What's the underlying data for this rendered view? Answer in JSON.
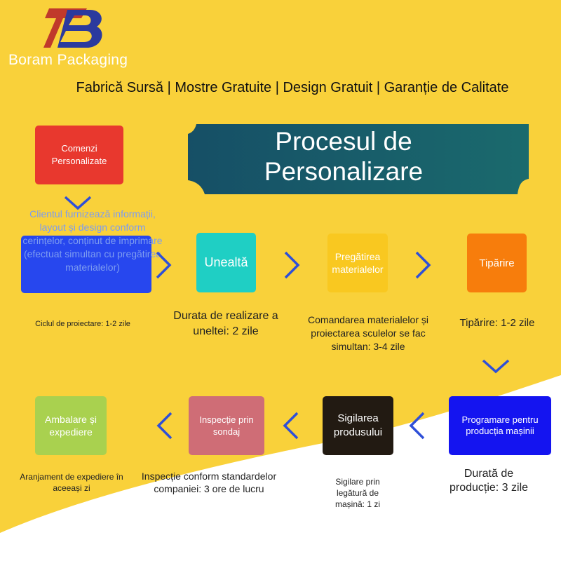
{
  "brand": {
    "name": "Boram Packaging",
    "logo_letter": "B"
  },
  "tagline": "Fabrică Sursă | Mostre Gratuite | Design Gratuit | Garanție de Calitate",
  "title_lines": [
    "Procesul de",
    "Personalizare"
  ],
  "colors": {
    "background": "#f9d13a",
    "curve": "#ffffff",
    "banner": "#17566a",
    "arrow": "#2e4fd8"
  },
  "steps": [
    {
      "label": "Comenzi Personalizate",
      "color": "#e8382e"
    },
    {
      "label": "Clientul furnizează informații, layout și design conform cerințelor, conținut de imprimare (efectuat simultan cu pregătirea materialelor)",
      "color": "#2747ee",
      "note": "Ciclul de proiectare: 1-2 zile"
    },
    {
      "label": "Unealtă",
      "color": "#1fcfc4",
      "note": "Durata de realizare a uneltei: 2 zile"
    },
    {
      "label": "Pregătirea materialelor",
      "color": "#f9c820",
      "note": "Comandarea materialelor și proiectarea sculelor se fac simultan: 3-4 zile"
    },
    {
      "label": "Tipărire",
      "color": "#f77d0c",
      "note": "Tipărire: 1-2 zile"
    },
    {
      "label": "Programare pentru producția mașinii",
      "color": "#1414f0",
      "note": "Durată de producție: 3 zile"
    },
    {
      "label": "Sigilarea produsului",
      "color": "#221a12",
      "note": "Sigilare prin legătură de mașină: 1 zi"
    },
    {
      "label": "Inspecție prin sondaj",
      "color": "#cf6d76",
      "note": "Inspecție conform standardelor companiei: 3 ore de lucru"
    },
    {
      "label": "Ambalare și expediere",
      "color": "#a9d14f",
      "note": "Aranjament de expediere în aceeași zi"
    }
  ]
}
